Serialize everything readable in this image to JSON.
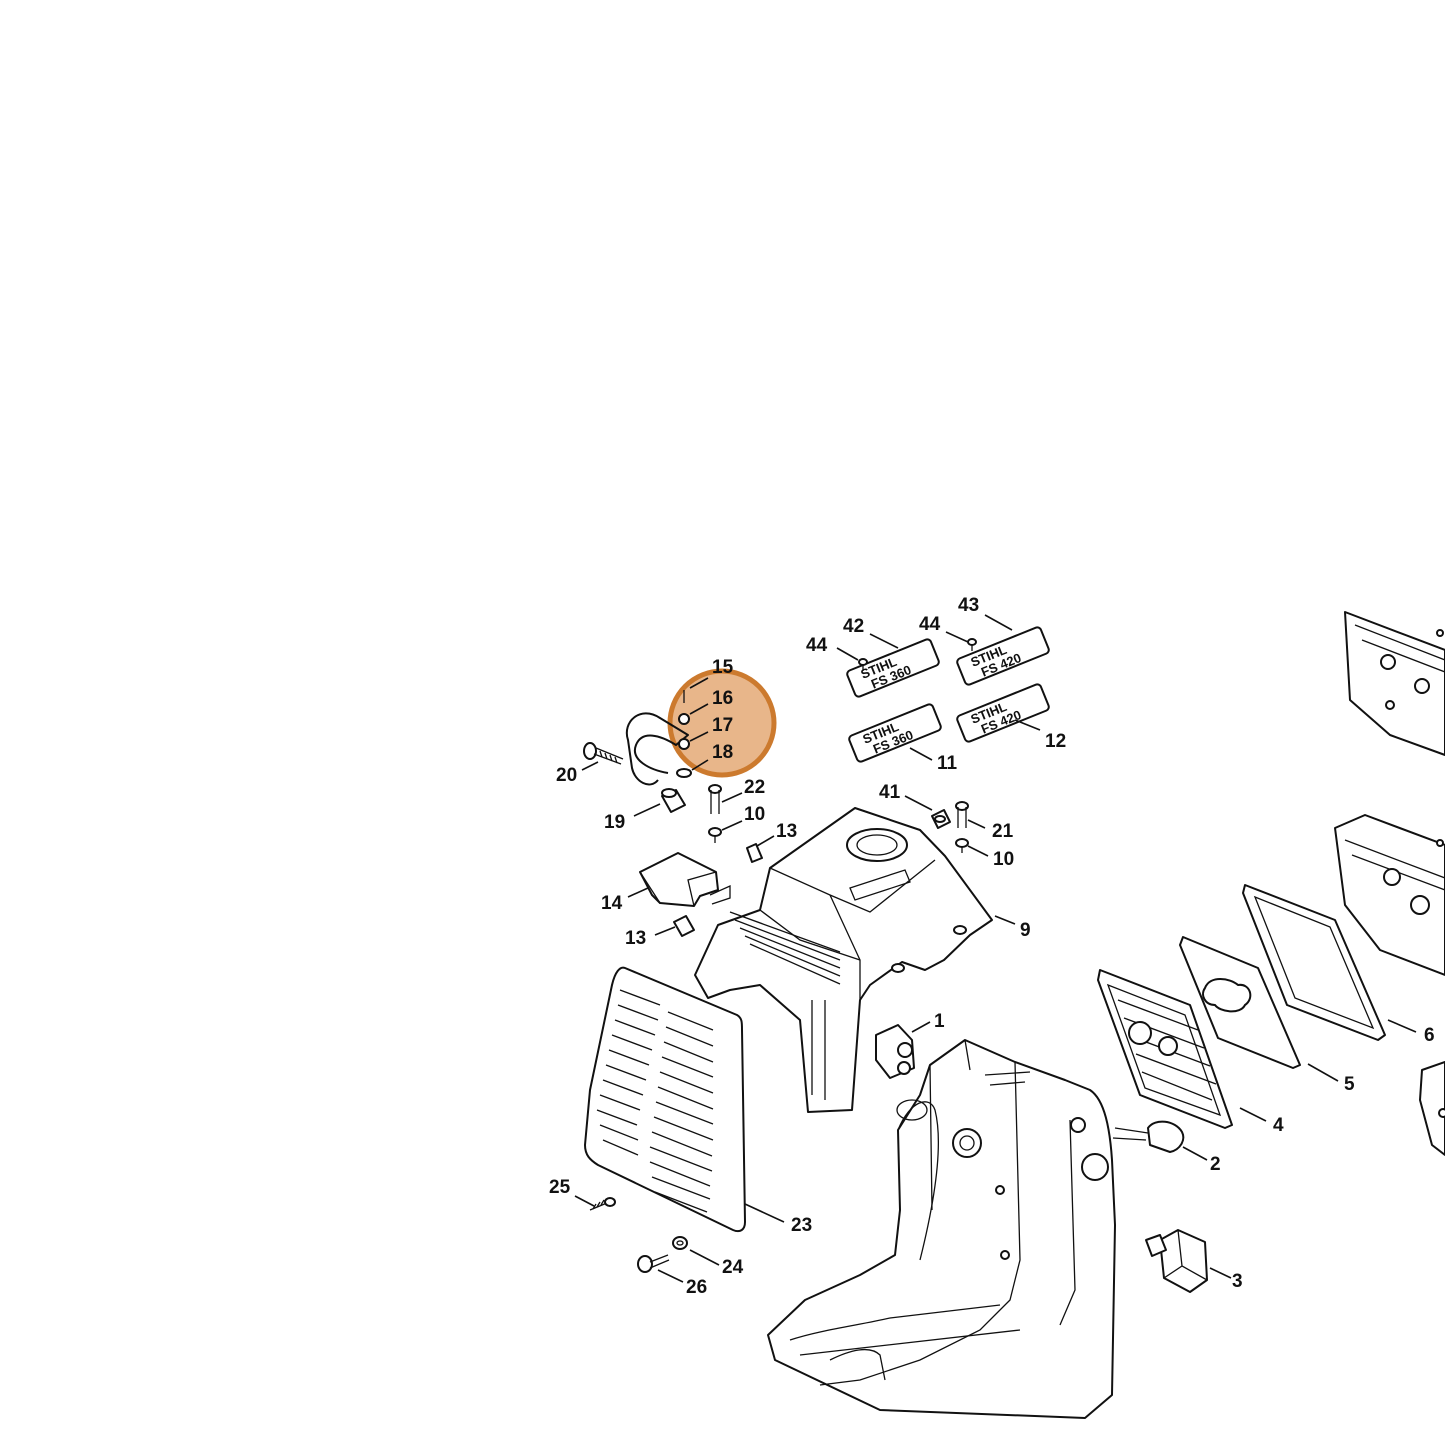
{
  "colors": {
    "highlight_fill": "#e8b68a",
    "highlight_stroke": "#cc7a2e",
    "ink": "#111111"
  },
  "callouts": [
    {
      "id": "c1",
      "text": "1"
    },
    {
      "id": "c2",
      "text": "2"
    },
    {
      "id": "c3",
      "text": "3"
    },
    {
      "id": "c4",
      "text": "4"
    },
    {
      "id": "c5",
      "text": "5"
    },
    {
      "id": "c6",
      "text": "6"
    },
    {
      "id": "c9",
      "text": "9"
    },
    {
      "id": "c10a",
      "text": "10"
    },
    {
      "id": "c10b",
      "text": "10"
    },
    {
      "id": "c11",
      "text": "11"
    },
    {
      "id": "c12",
      "text": "12"
    },
    {
      "id": "c13a",
      "text": "13"
    },
    {
      "id": "c13b",
      "text": "13"
    },
    {
      "id": "c14",
      "text": "14"
    },
    {
      "id": "c15",
      "text": "15"
    },
    {
      "id": "c16",
      "text": "16"
    },
    {
      "id": "c17",
      "text": "17"
    },
    {
      "id": "c18",
      "text": "18"
    },
    {
      "id": "c19",
      "text": "19"
    },
    {
      "id": "c20",
      "text": "20"
    },
    {
      "id": "c21",
      "text": "21"
    },
    {
      "id": "c22",
      "text": "22"
    },
    {
      "id": "c23",
      "text": "23"
    },
    {
      "id": "c24",
      "text": "24"
    },
    {
      "id": "c25",
      "text": "25"
    },
    {
      "id": "c26",
      "text": "26"
    },
    {
      "id": "c41",
      "text": "41"
    },
    {
      "id": "c42",
      "text": "42"
    },
    {
      "id": "c43",
      "text": "43"
    },
    {
      "id": "c44a",
      "text": "44"
    },
    {
      "id": "c44b",
      "text": "44"
    }
  ],
  "plates": [
    {
      "id": "p42",
      "brand": "STIHL",
      "model": "FS 360"
    },
    {
      "id": "p43",
      "brand": "STIHL",
      "model": "FS 420"
    },
    {
      "id": "p11",
      "brand": "STIHL",
      "model": "FS 360"
    },
    {
      "id": "p12",
      "brand": "STIHL",
      "model": "FS 420"
    }
  ]
}
